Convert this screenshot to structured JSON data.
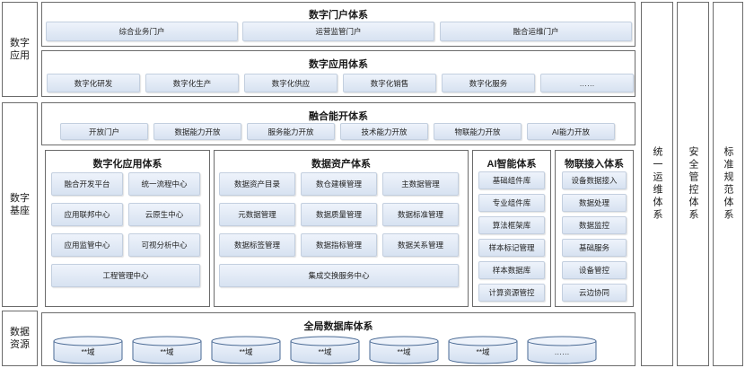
{
  "left_labels": {
    "app": "数字应用",
    "base": "数字基座",
    "data": "数据资源"
  },
  "right_columns": [
    "统一运维体系",
    "安全管控体系",
    "标准规范体系"
  ],
  "portal": {
    "title": "数字门户体系",
    "items": [
      "综合业务门户",
      "运营监管门户",
      "融合运维门户"
    ]
  },
  "application": {
    "title": "数字应用体系",
    "items": [
      "数字化研发",
      "数字化生产",
      "数字化供应",
      "数字化销售",
      "数字化服务",
      "……"
    ]
  },
  "enablement": {
    "title": "融合能开体系",
    "items": [
      "开放门户",
      "数据能力开放",
      "服务能力开放",
      "技术能力开放",
      "物联能力开放",
      "AI能力开放"
    ]
  },
  "digital_app": {
    "title": "数字化应用体系",
    "items": [
      "融合开发平台",
      "统一流程中心",
      "应用联邦中心",
      "云原生中心",
      "应用监管中心",
      "可视分析中心"
    ],
    "wide_item": "工程管理中心"
  },
  "data_asset": {
    "title": "数据资产体系",
    "items": [
      "数据资产目录",
      "数仓建模管理",
      "主数据管理",
      "元数据管理",
      "数据质量管理",
      "数据标准管理",
      "数据标签管理",
      "数据指标管理",
      "数据关系管理"
    ],
    "wide_item": "集成交换服务中心"
  },
  "ai": {
    "title": "AI智能体系",
    "items": [
      "基础组件库",
      "专业组件库",
      "算法框架库",
      "样本标记管理",
      "样本数据库",
      "计算资源管控"
    ]
  },
  "iot": {
    "title": "物联接入体系",
    "items": [
      "设备数据接入",
      "数据处理",
      "数据监控",
      "基础服务",
      "设备管控",
      "云边协同"
    ]
  },
  "database": {
    "title": "全局数据库体系",
    "domains": [
      "**域",
      "**域",
      "**域",
      "**域",
      "**域",
      "**域",
      "……"
    ]
  },
  "colors": {
    "box_top": "#eef3fb",
    "box_bottom": "#d7e2f1",
    "border": "#6b6b6b"
  }
}
